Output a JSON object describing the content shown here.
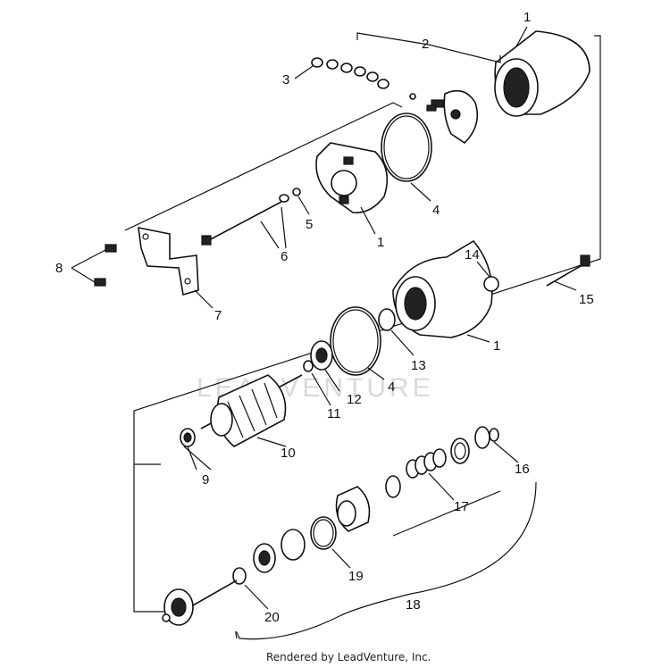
{
  "callouts": {
    "c1a": "1",
    "c2": "2",
    "c3": "3",
    "c4a": "4",
    "c5": "5",
    "c1b": "1",
    "c6": "6",
    "c8": "8",
    "c7": "7",
    "c14": "14",
    "c15": "15",
    "c1c": "1",
    "c13": "13",
    "c4b": "4",
    "c12": "12",
    "c11": "11",
    "c10": "10",
    "c9": "9",
    "c16": "16",
    "c17": "17",
    "c19": "19",
    "c18": "18",
    "c20": "20"
  },
  "credit": "Rendered by LeadVenture, Inc.",
  "watermark": "LEADVENTURE"
}
